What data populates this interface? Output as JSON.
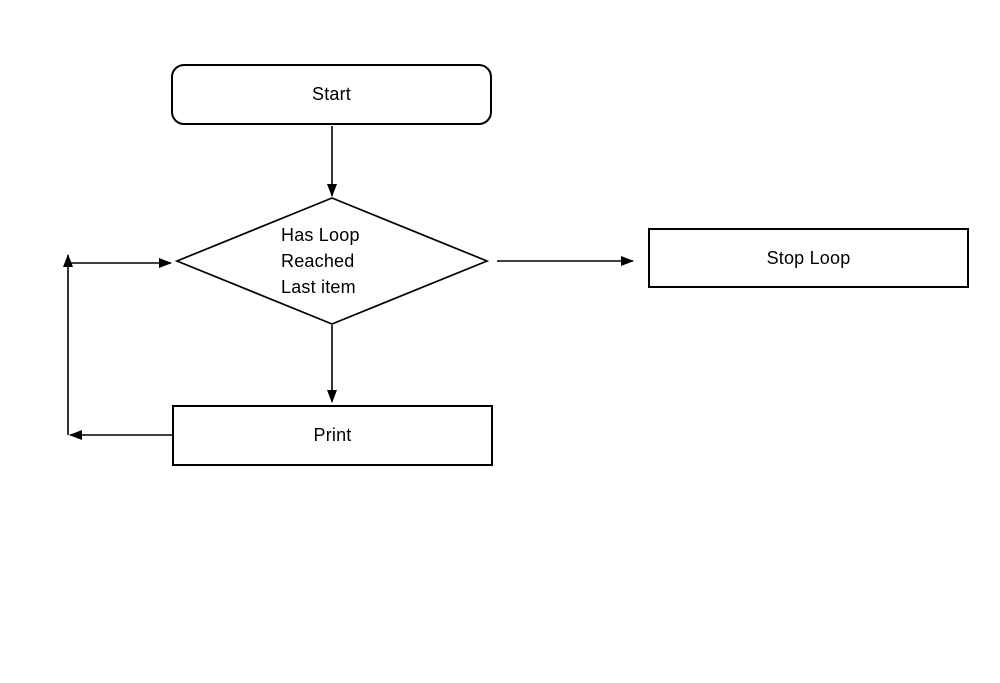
{
  "diagram": {
    "background_color": "#ffffff",
    "stroke_color": "#000000",
    "text_color": "#000000",
    "nodes": {
      "start": {
        "label": "Start",
        "shape": "rounded-rectangle"
      },
      "decision": {
        "label": "Has Loop Reached Last item",
        "lines": [
          "Has Loop",
          "Reached",
          "Last item"
        ],
        "shape": "diamond"
      },
      "stop": {
        "label": "Stop Loop",
        "shape": "rectangle"
      },
      "print": {
        "label": "Print",
        "shape": "rectangle"
      }
    },
    "edges": [
      {
        "from": "start",
        "to": "decision",
        "direction": "down"
      },
      {
        "from": "decision",
        "to": "stop",
        "direction": "right"
      },
      {
        "from": "decision",
        "to": "print",
        "direction": "down"
      },
      {
        "from": "print",
        "to": "decision",
        "direction": "left-up-right-loopback"
      }
    ]
  }
}
